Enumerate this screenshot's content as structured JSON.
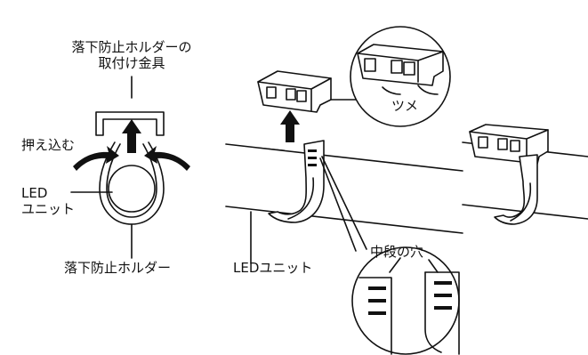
{
  "labels": {
    "bracket": "落下防止ホルダーの\n取付け金具",
    "push": "押え込む",
    "led_unit_left": "LED\nユニット",
    "holder": "落下防止ホルダー",
    "led_unit_center": "LEDユニット",
    "claw": "ツメ",
    "middle_hole": "中段の穴"
  }
}
